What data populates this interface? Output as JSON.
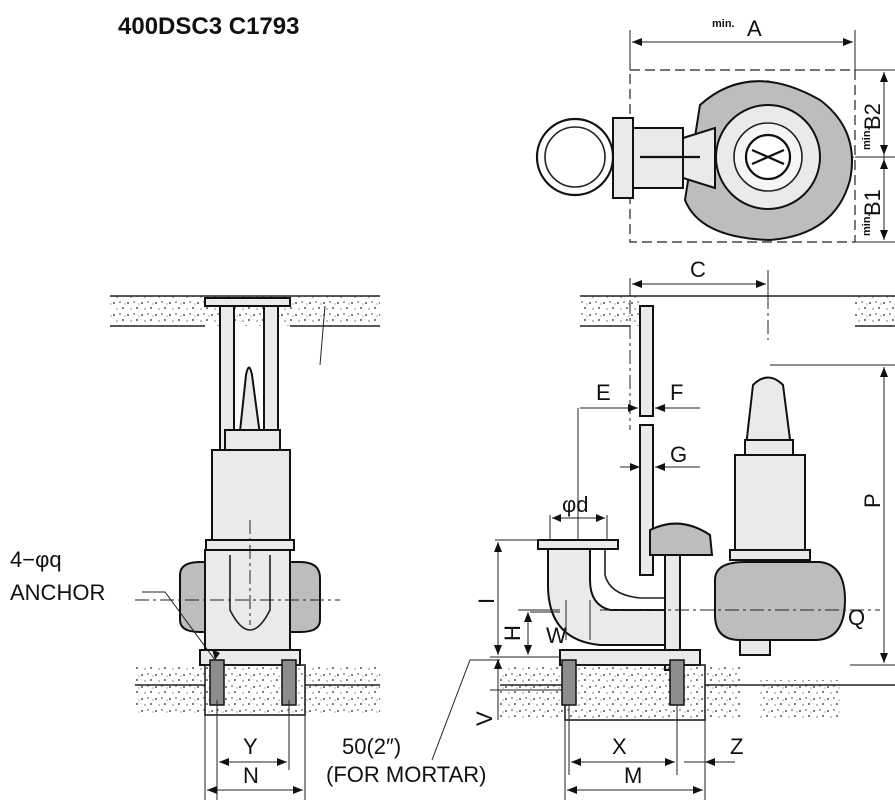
{
  "title": {
    "line1": "400DSC3 C1793"
  },
  "labels": {
    "min": "min.",
    "A": "A",
    "B1": "B1",
    "B2": "B2",
    "C": "C",
    "E": "E",
    "F": "F",
    "G": "G",
    "P": "P",
    "Q": "Q",
    "phi_d": "φd",
    "I": "I",
    "H": "H",
    "W": "W",
    "V": "V",
    "X": "X",
    "M": "M",
    "Z": "Z",
    "Y": "Y",
    "N": "N",
    "anchor_qty": "4−φq",
    "anchor": "ANCHOR",
    "mortar_size": "50(2″)",
    "mortar_note": "(FOR MORTAR)"
  }
}
